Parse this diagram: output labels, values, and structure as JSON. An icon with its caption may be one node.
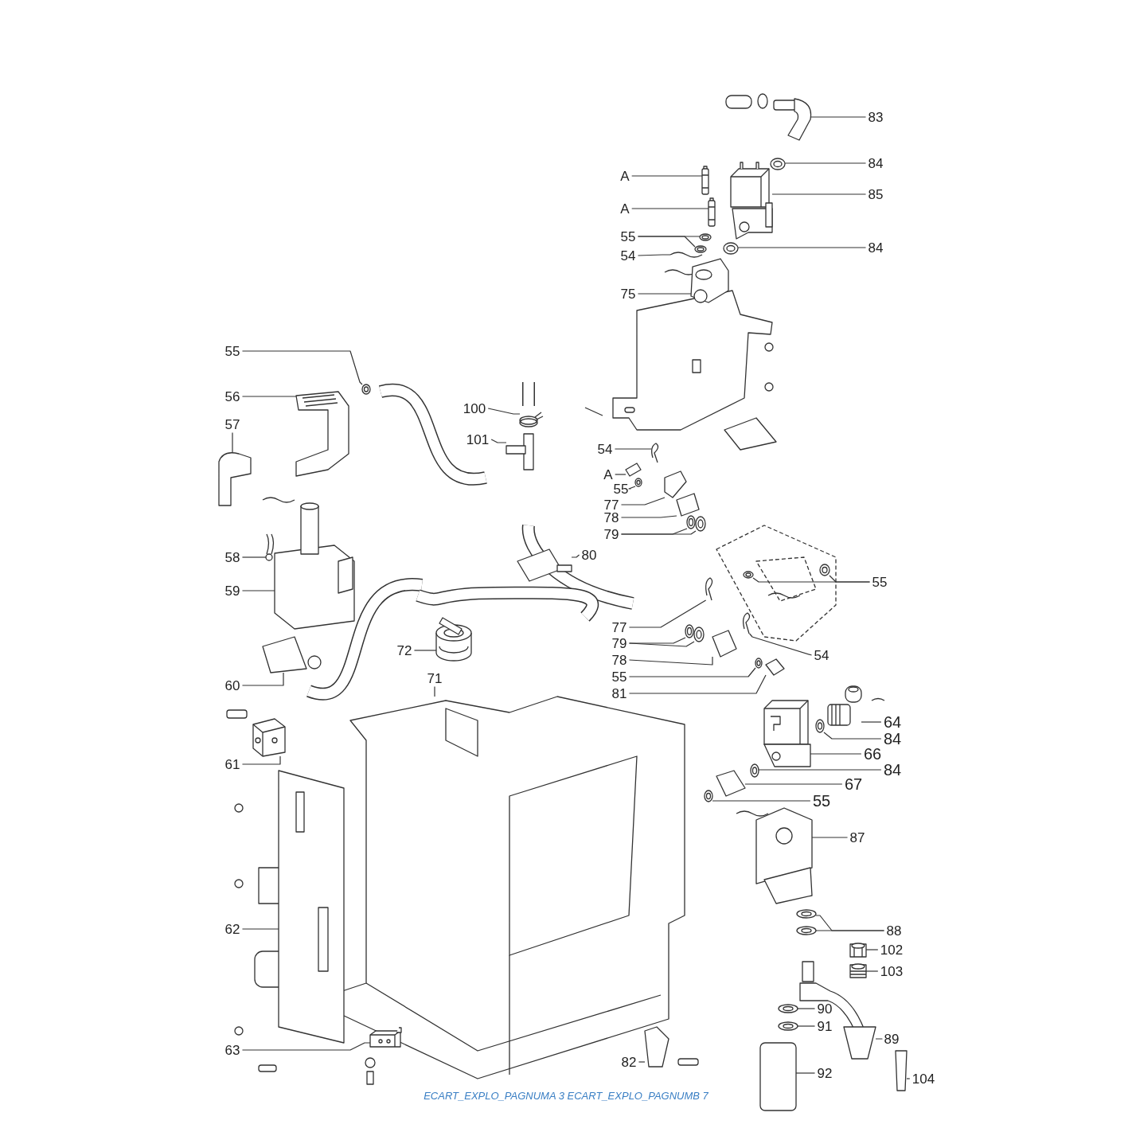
{
  "diagram": {
    "caption": "ECART_EXPLO_PAGNUMA 3 ECART_EXPLO_PAGNUMB 7",
    "nodes": [
      {
        "text": [
          "83"
        ]
      },
      {
        "text": [
          "A"
        ]
      },
      {
        "text": [
          "84"
        ]
      },
      {
        "text": [
          "85"
        ]
      },
      {
        "text": [
          "A"
        ]
      },
      {
        "text": [
          "55"
        ]
      },
      {
        "text": [
          "84"
        ]
      },
      {
        "text": [
          "54"
        ]
      },
      {
        "text": [
          "75"
        ]
      },
      {
        "text": [
          "55"
        ]
      },
      {
        "text": [
          "56"
        ]
      },
      {
        "text": [
          "100"
        ]
      },
      {
        "text": [
          "57"
        ]
      },
      {
        "text": [
          "101"
        ]
      },
      {
        "text": [
          "54"
        ]
      },
      {
        "text": [
          "A"
        ]
      },
      {
        "text": [
          "55"
        ]
      },
      {
        "text": [
          "77"
        ]
      },
      {
        "text": [
          "78"
        ]
      },
      {
        "text": [
          "79"
        ]
      },
      {
        "text": [
          "58"
        ]
      },
      {
        "text": [
          "80"
        ]
      },
      {
        "text": [
          "55"
        ]
      },
      {
        "text": [
          "59"
        ]
      },
      {
        "text": [
          "77"
        ]
      },
      {
        "text": [
          "79"
        ]
      },
      {
        "text": [
          "72"
        ]
      },
      {
        "text": [
          "78"
        ]
      },
      {
        "text": [
          "54"
        ]
      },
      {
        "text": [
          "55"
        ]
      },
      {
        "text": [
          "60"
        ]
      },
      {
        "text": [
          "81"
        ]
      },
      {
        "text": [
          "71"
        ]
      },
      {
        "text": [
          "64"
        ]
      },
      {
        "text": [
          "84"
        ]
      },
      {
        "text": [
          "61"
        ]
      },
      {
        "text": [
          "66"
        ]
      },
      {
        "text": [
          "84"
        ]
      },
      {
        "text": [
          "67"
        ]
      },
      {
        "text": [
          "55"
        ]
      },
      {
        "text": [
          "87"
        ]
      },
      {
        "text": [
          "62"
        ]
      },
      {
        "text": [
          "88"
        ]
      },
      {
        "text": [
          "102"
        ]
      },
      {
        "text": [
          "103"
        ]
      },
      {
        "text": [
          "90"
        ]
      },
      {
        "text": [
          "91"
        ]
      },
      {
        "text": [
          "89"
        ]
      },
      {
        "text": [
          "63"
        ]
      },
      {
        "text": [
          "82"
        ]
      },
      {
        "text": [
          "92"
        ]
      },
      {
        "text": [
          "104"
        ]
      },
      {
        "text": [],
        "shape": "picture"
      },
      {
        "text": [],
        "shape": "picture"
      },
      {
        "text": [],
        "shape": "picture"
      },
      {
        "text": [],
        "shape": "picture"
      },
      {
        "text": [],
        "shape": "picture"
      },
      {
        "text": [],
        "shape": "picture"
      },
      {
        "text": [],
        "shape": "picture"
      },
      {
        "text": [],
        "shape": "picture"
      },
      {
        "text": [],
        "shape": "picture"
      },
      {
        "text": [],
        "shape": "picture"
      },
      {
        "text": [],
        "shape": "picture"
      },
      {
        "text": [],
        "shape": "picture"
      },
      {
        "text": [],
        "shape": "picture"
      },
      {
        "text": [],
        "shape": "picture"
      },
      {
        "text": [],
        "shape": "picture"
      },
      {
        "text": [],
        "shape": "picture"
      },
      {
        "text": [],
        "shape": "picture"
      },
      {
        "text": [],
        "shape": "picture"
      },
      {
        "text": [],
        "shape": "picture"
      },
      {
        "text": [],
        "shape": "picture"
      },
      {
        "text": [],
        "shape": "picture"
      },
      {
        "text": [],
        "shape": "picture"
      },
      {
        "text": [],
        "shape": "picture"
      },
      {
        "text": [],
        "shape": "picture"
      },
      {
        "text": [],
        "shape": "picture"
      },
      {
        "text": [],
        "shape": "picture"
      },
      {
        "text": [],
        "shape": "picture"
      },
      {
        "text": [],
        "shape": "picture"
      },
      {
        "text": [],
        "shape": "picture"
      },
      {
        "text": [],
        "shape": "picture"
      },
      {
        "text": [],
        "shape": "picture"
      },
      {
        "text": [],
        "shape": "picture"
      },
      {
        "text": [],
        "shape": "picture"
      },
      {
        "text": [],
        "shape": "picture"
      },
      {
        "text": [],
        "shape": "picture"
      },
      {
        "text": [],
        "shape": "picture"
      },
      {
        "text": [],
        "shape": "picture"
      },
      {
        "text": [],
        "shape": "picture"
      },
      {
        "text": [],
        "shape": "picture"
      },
      {
        "text": [],
        "shape": "picture"
      },
      {
        "text": [],
        "shape": "picture"
      },
      {
        "text": [],
        "shape": "picture"
      },
      {
        "text": [],
        "shape": "picture"
      },
      {
        "text": [],
        "shape": "picture"
      },
      {
        "text": [],
        "shape": "picture"
      },
      {
        "text": [],
        "shape": "picture"
      },
      {
        "text": [],
        "shape": "picture"
      },
      {
        "text": [],
        "shape": "picture"
      },
      {
        "text": [],
        "shape": "picture"
      },
      {
        "text": [],
        "shape": "picture"
      },
      {
        "text": [],
        "shape": "picture"
      },
      {
        "text": [],
        "shape": "picture"
      },
      {
        "text": [],
        "shape": "picture"
      },
      {
        "text": [],
        "shape": "picture"
      },
      {
        "text": [],
        "shape": "picture"
      },
      {
        "text": [],
        "shape": "picture"
      },
      {
        "text": [],
        "shape": "picture"
      }
    ],
    "edges": [
      {
        "from": 0,
        "to": 52,
        "arrow": "none"
      },
      {
        "from": 1,
        "to": 53,
        "arrow": "none"
      },
      {
        "from": 2,
        "to": 54,
        "arrow": "none"
      },
      {
        "from": 3,
        "to": 55,
        "arrow": "none"
      },
      {
        "from": 4,
        "to": 56,
        "arrow": "none"
      },
      {
        "from": 5,
        "to": 57,
        "arrow": "none"
      },
      {
        "from": 5,
        "to": 58,
        "arrow": "none"
      },
      {
        "from": 6,
        "to": 59,
        "arrow": "none"
      },
      {
        "from": 7,
        "to": 60,
        "arrow": "none"
      },
      {
        "from": 8,
        "to": 61,
        "arrow": "none"
      },
      {
        "from": 9,
        "to": 62,
        "arrow": "none"
      },
      {
        "from": 10,
        "to": 63,
        "arrow": "none"
      },
      {
        "from": 11,
        "to": 64,
        "arrow": "none"
      },
      {
        "from": 12,
        "to": 65,
        "arrow": "none"
      },
      {
        "from": 13,
        "to": 66,
        "arrow": "none"
      },
      {
        "from": 14,
        "to": 67,
        "arrow": "none"
      },
      {
        "from": 15,
        "to": 68,
        "arrow": "none"
      },
      {
        "from": 16,
        "to": 69,
        "arrow": "none"
      },
      {
        "from": 17,
        "to": 70,
        "arrow": "none"
      },
      {
        "from": 18,
        "to": 71,
        "arrow": "none"
      },
      {
        "from": 19,
        "to": 72,
        "arrow": "none"
      },
      {
        "from": 19,
        "to": 73,
        "arrow": "none"
      },
      {
        "from": 20,
        "to": 74,
        "arrow": "none"
      },
      {
        "from": 21,
        "to": 75,
        "arrow": "none"
      },
      {
        "from": 22,
        "to": 76,
        "arrow": "none"
      },
      {
        "from": 22,
        "to": 77,
        "arrow": "none"
      },
      {
        "from": 23,
        "to": 78,
        "arrow": "none"
      },
      {
        "from": 24,
        "to": 79,
        "arrow": "none"
      },
      {
        "from": 25,
        "to": 80,
        "arrow": "none"
      },
      {
        "from": 25,
        "to": 81,
        "arrow": "none"
      },
      {
        "from": 26,
        "to": 82,
        "arrow": "none"
      },
      {
        "from": 27,
        "to": 83,
        "arrow": "none"
      },
      {
        "from": 28,
        "to": 84,
        "arrow": "none"
      },
      {
        "from": 29,
        "to": 85,
        "arrow": "none"
      },
      {
        "from": 30,
        "to": 86,
        "arrow": "none"
      },
      {
        "from": 31,
        "to": 87,
        "arrow": "none"
      },
      {
        "from": 32,
        "to": 88,
        "arrow": "none"
      },
      {
        "from": 33,
        "to": 89,
        "arrow": "none"
      },
      {
        "from": 34,
        "to": 90,
        "arrow": "none"
      },
      {
        "from": 35,
        "to": 91,
        "arrow": "none"
      },
      {
        "from": 36,
        "to": 92,
        "arrow": "none"
      },
      {
        "from": 37,
        "to": 93,
        "arrow": "none"
      },
      {
        "from": 38,
        "to": 94,
        "arrow": "none"
      },
      {
        "from": 39,
        "to": 95,
        "arrow": "none"
      },
      {
        "from": 40,
        "to": 96,
        "arrow": "none"
      },
      {
        "from": 41,
        "to": 97,
        "arrow": "none"
      },
      {
        "from": 42,
        "to": 98,
        "arrow": "none"
      },
      {
        "from": 42,
        "to": 99,
        "arrow": "none"
      },
      {
        "from": 43,
        "to": 100,
        "arrow": "none"
      },
      {
        "from": 44,
        "to": 101,
        "arrow": "none"
      },
      {
        "from": 45,
        "to": 102,
        "arrow": "none"
      },
      {
        "from": 46,
        "to": 103,
        "arrow": "none"
      },
      {
        "from": 47,
        "to": 104,
        "arrow": "none"
      },
      {
        "from": 48,
        "to": 105,
        "arrow": "none"
      },
      {
        "from": 49,
        "to": 106,
        "arrow": "none"
      },
      {
        "from": 50,
        "to": 107,
        "arrow": "none"
      },
      {
        "from": 51,
        "to": 108,
        "arrow": "none"
      }
    ]
  }
}
